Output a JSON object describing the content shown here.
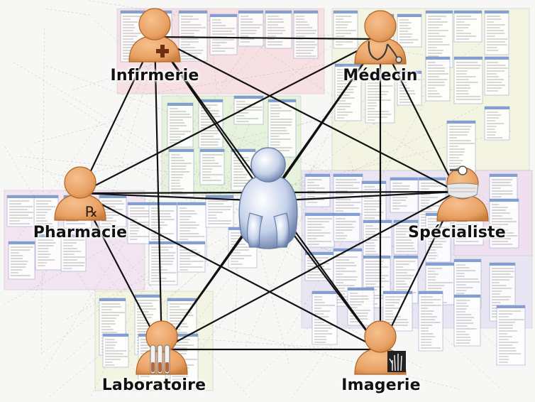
{
  "colors": {
    "person_fill": "#e8a063",
    "person_stroke": "#b0672a",
    "patient_fill": "#c5d2ea",
    "patient_stroke": "#6a7fa8",
    "wire": "#111111",
    "region_pink": "#f6d9de",
    "region_green": "#e2f1d4",
    "region_yellow": "#f4f4dc",
    "region_lavender": "#e6e0f3",
    "region_lilac": "#f1dff0",
    "table_header": "#6f8fc8"
  },
  "nodes": {
    "patient": {
      "label": "",
      "icon": "patient-figure-icon"
    },
    "infirmerie": {
      "label": "Infirmerie",
      "icon": "medical-cross-icon"
    },
    "medecin": {
      "label": "Médecin",
      "icon": "stethoscope-icon"
    },
    "pharmacie": {
      "label": "Pharmacie",
      "icon": "rx-symbol-icon"
    },
    "specialiste": {
      "label": "Spécialiste",
      "icon": "surgical-mask-icon"
    },
    "laboratoire": {
      "label": "Laboratoire",
      "icon": "test-tubes-icon"
    },
    "imagerie": {
      "label": "Imagerie",
      "icon": "xray-hand-icon"
    }
  },
  "links": [
    [
      "patient",
      "infirmerie"
    ],
    [
      "patient",
      "medecin"
    ],
    [
      "patient",
      "pharmacie"
    ],
    [
      "patient",
      "specialiste"
    ],
    [
      "patient",
      "laboratoire"
    ],
    [
      "patient",
      "imagerie"
    ],
    [
      "infirmerie",
      "medecin"
    ],
    [
      "infirmerie",
      "pharmacie"
    ],
    [
      "infirmerie",
      "specialiste"
    ],
    [
      "infirmerie",
      "laboratoire"
    ],
    [
      "infirmerie",
      "imagerie"
    ],
    [
      "medecin",
      "pharmacie"
    ],
    [
      "medecin",
      "specialiste"
    ],
    [
      "medecin",
      "laboratoire"
    ],
    [
      "medecin",
      "imagerie"
    ],
    [
      "pharmacie",
      "specialiste"
    ],
    [
      "pharmacie",
      "laboratoire"
    ],
    [
      "pharmacie",
      "imagerie"
    ],
    [
      "specialiste",
      "laboratoire"
    ],
    [
      "specialiste",
      "imagerie"
    ],
    [
      "laboratoire",
      "imagerie"
    ]
  ]
}
